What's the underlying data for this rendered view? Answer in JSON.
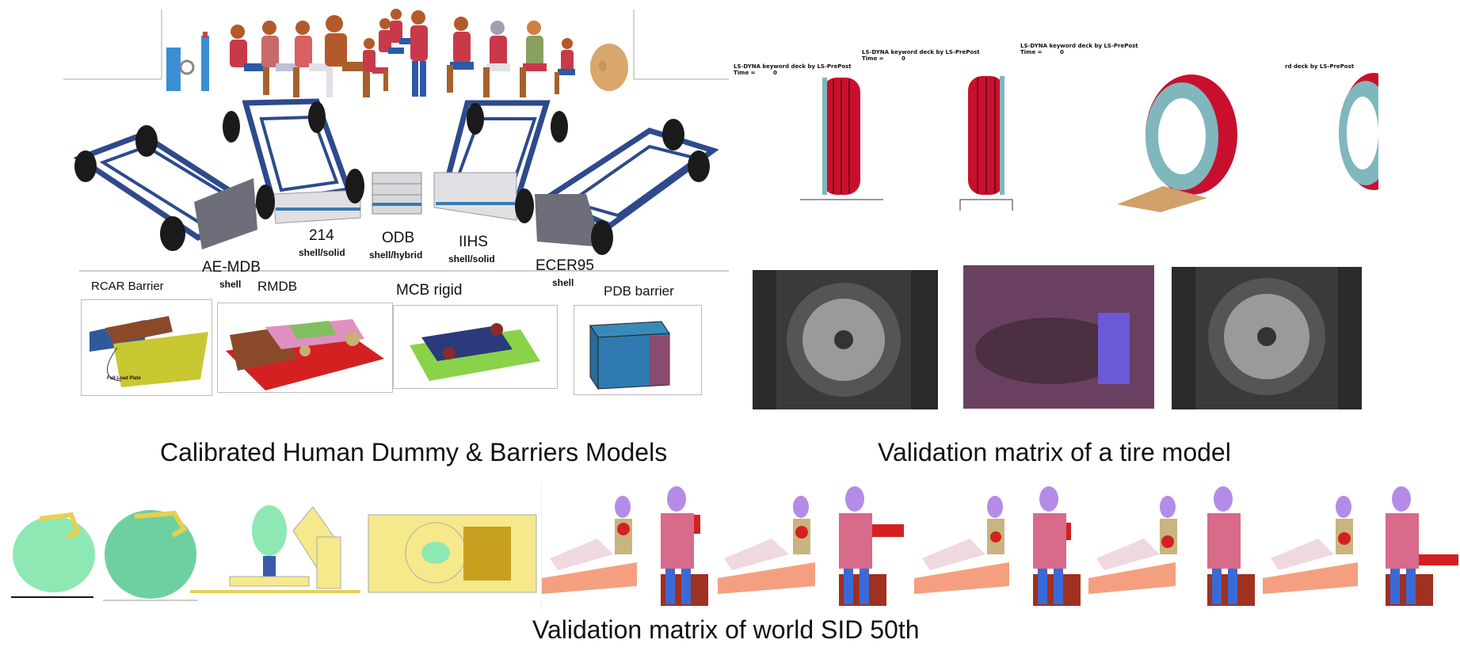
{
  "left_panel": {
    "caption": "Calibrated Human Dummy & Barriers Models",
    "barriers": [
      {
        "name": "AE-MDB",
        "mesh": "shell"
      },
      {
        "name": "214",
        "mesh": "shell/solid"
      },
      {
        "name": "ODB",
        "mesh": "shell/hybrid"
      },
      {
        "name": "IIHS",
        "mesh": "shell/solid"
      },
      {
        "name": "ECER95",
        "mesh": "shell"
      }
    ],
    "lower_barriers": {
      "rcar": "RCAR Barrier",
      "rcar_note": "Full Load Plate",
      "rmdb": "RMDB",
      "mcb": "MCB rigid",
      "pdb": "PDB barrier"
    }
  },
  "right_panel": {
    "caption": "Validation matrix of a tire model",
    "lsdyna_headers": [
      {
        "title": "LS-DYNA keyword deck by LS-PrePost",
        "time_label": "Time =",
        "time_value": "0"
      },
      {
        "title": "LS-DYNA keyword deck by LS-PrePost",
        "time_label": "Time =",
        "time_value": "0"
      },
      {
        "title": "LS-DYNA keyword deck by LS-PrePost",
        "time_label": "Time =",
        "time_value": "0"
      },
      {
        "title": "rd deck by LS-PrePost",
        "time_label": "",
        "time_value": ""
      }
    ]
  },
  "bottom_panel": {
    "caption": "Validation matrix of world SID 50th"
  },
  "colors": {
    "chassis_blue": "#2e4a8c",
    "tire_red": "#c8102e",
    "tire_teal": "#7fb7bd",
    "head_green": "#8ee8b4",
    "fixture_yellow": "#f5e98c",
    "dummy_purple": "#b48ce8"
  }
}
